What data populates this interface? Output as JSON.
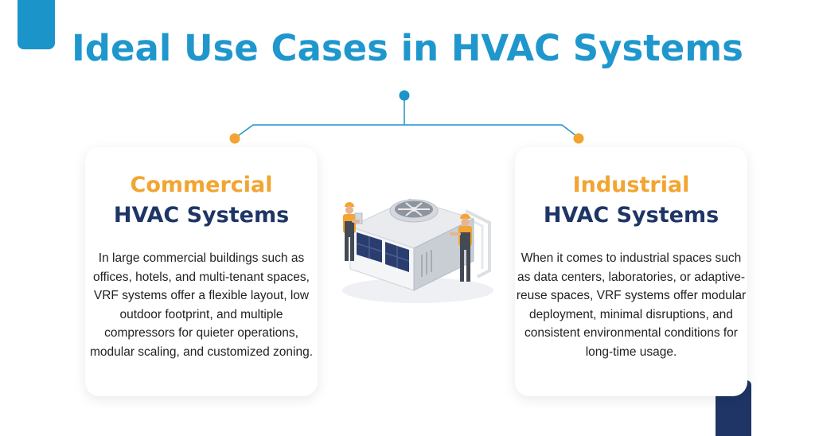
{
  "title": "Ideal Use Cases in HVAC Systems",
  "colors": {
    "title": "#1f97cd",
    "accent_orange": "#f3a431",
    "navy": "#1e3566",
    "connector": "#1a94c9"
  },
  "cards": [
    {
      "heading_line1": "Commercial",
      "heading_line2": "HVAC Systems",
      "body": "In large commercial buildings such as offices, hotels, and multi-tenant spaces, VRF systems offer a flexible layout, low outdoor footprint, and multiple compressors for quieter operations, modular scaling, and customized zoning."
    },
    {
      "heading_line1": "Industrial",
      "heading_line2": "HVAC Systems",
      "body": "When it comes to industrial spaces such as data centers, laboratories, or adaptive-reuse spaces, VRF systems offer modular deployment, minimal disruptions, and consistent environmental conditions for long-time usage."
    }
  ],
  "illustration": {
    "icon": "hvac-unit-with-workers-icon"
  }
}
